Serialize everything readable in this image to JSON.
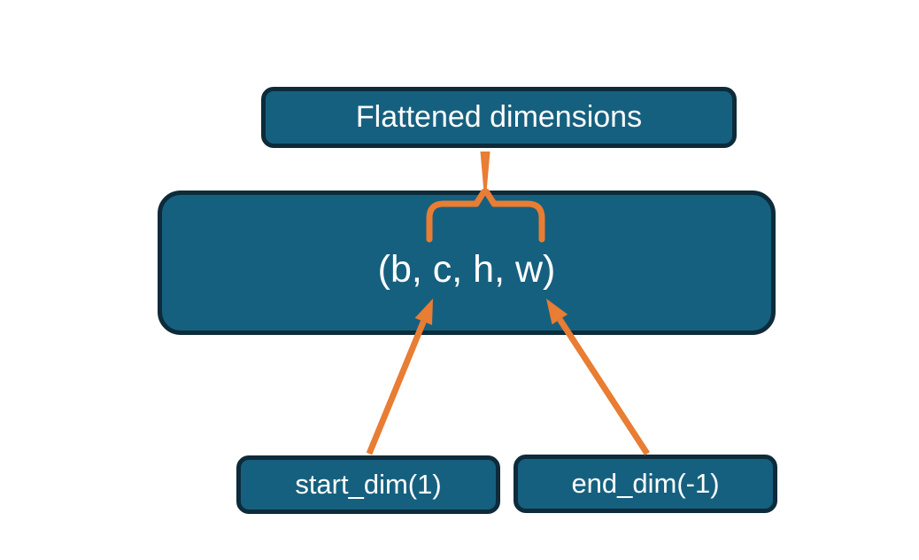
{
  "diagram": {
    "title_box": {
      "label": "Flattened dimensions"
    },
    "tensor_box": {
      "label": "(b, c, h, w)"
    },
    "start_box": {
      "label": "start_dim(1)"
    },
    "end_box": {
      "label": "end_dim(-1)"
    },
    "colors": {
      "box_fill": "#16607f",
      "box_border": "#0d2b3a",
      "accent_orange": "#e87d33",
      "text": "#ffffff",
      "background": "#ffffff"
    }
  }
}
